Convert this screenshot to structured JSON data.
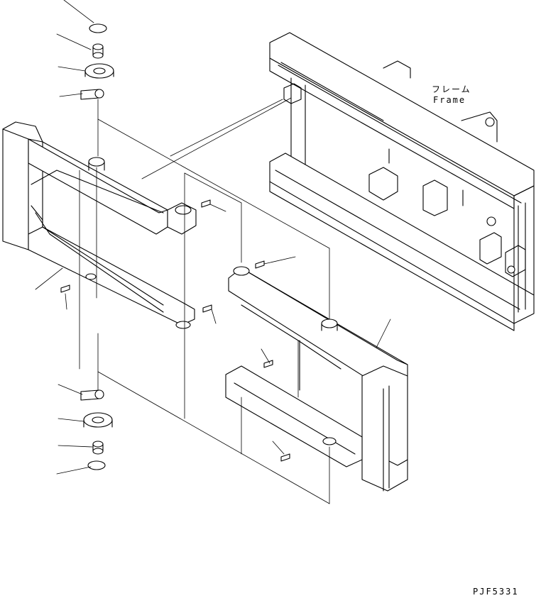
{
  "frame_label": {
    "jp": "フレーム",
    "en": "Frame"
  },
  "drawing_code": "PJF5331"
}
